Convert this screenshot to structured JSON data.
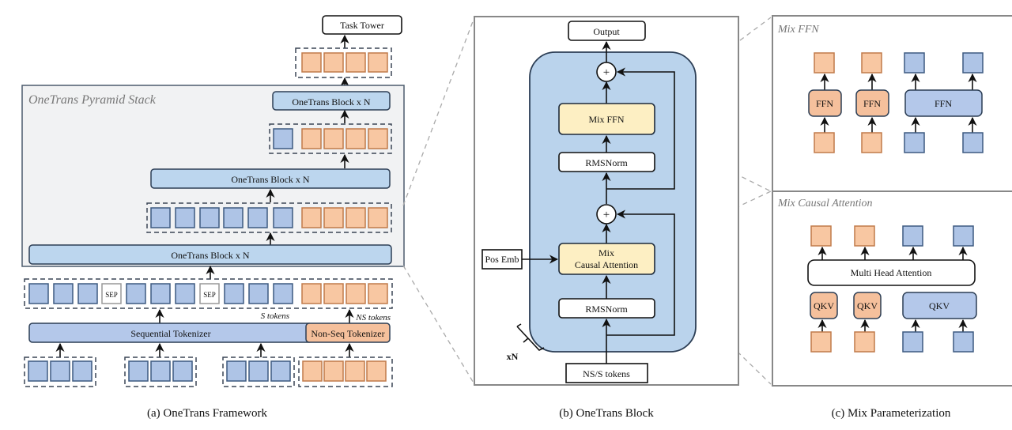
{
  "panel_a": {
    "caption": "(a) OneTrans Framework",
    "task_tower": "Task Tower",
    "stack_title": "OneTrans Pyramid Stack",
    "block_top": "OneTrans Block x N",
    "block_mid": "OneTrans Block x N",
    "block_bottom": "OneTrans Block x N",
    "sep_label": "SEP",
    "s_tokens": "S tokens",
    "ns_tokens": "NS tokens",
    "seq_tokenizer": "Sequential Tokenizer",
    "nonseq_tokenizer": "Non-Seq Tokenizer",
    "colors": {
      "seq_token": "#aec4e6",
      "ns_token": "#f8c7a2",
      "block": "#bcd6ee"
    }
  },
  "panel_b": {
    "caption": "(b) OneTrans Block",
    "output": "Output",
    "plus": "+",
    "mix_ffn": "Mix FFN",
    "rmsnorm_top": "RMSNorm",
    "mix_attn_line1": "Mix",
    "mix_attn_line2": "Causal Attention",
    "rmsnorm_bottom": "RMSNorm",
    "pos_emb": "Pos Emb",
    "repeat": "xN",
    "input": "NS/S tokens",
    "colors": {
      "block_bg": "#bad3ec",
      "mix": "#fdefc3"
    }
  },
  "panel_c": {
    "caption": "(c) Mix Parameterization",
    "ffn_title": "Mix FFN",
    "ffn_label": "FFN",
    "attn_title": "Mix Causal Attention",
    "mha": "Multi Head Attention",
    "qkv_label": "QKV"
  }
}
